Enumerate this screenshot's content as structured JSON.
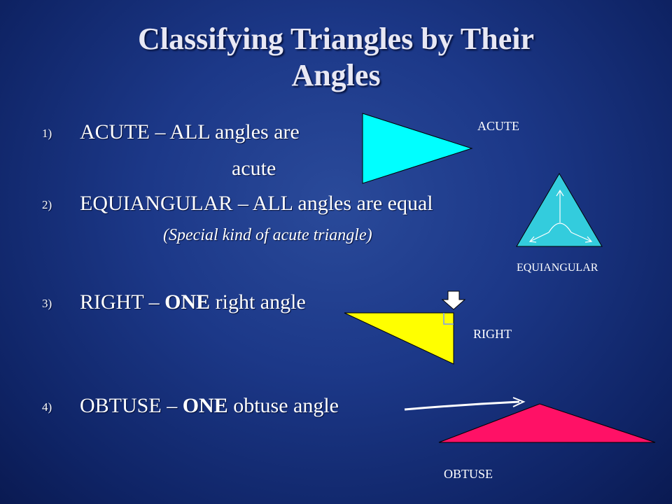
{
  "title": {
    "line1": "Classifying Triangles by Their",
    "line2": "Angles"
  },
  "items": [
    {
      "number": "1)",
      "term": "ACUTE",
      "sep": " – ",
      "bold": "",
      "rest_pre": "ALL angles are",
      "continuation": "acute"
    },
    {
      "number": "2)",
      "term": "EQUIANGULAR",
      "sep": " – ",
      "bold": "",
      "rest_pre": "ALL angles are equal",
      "note": "(Special kind of acute triangle)"
    },
    {
      "number": "3)",
      "term": "RIGHT",
      "sep": " – ",
      "bold": "ONE",
      "rest_post": " right angle"
    },
    {
      "number": "4)",
      "term": "OBTUSE",
      "sep": " – ",
      "bold": "ONE",
      "rest_post": " obtuse angle"
    }
  ],
  "figure_labels": {
    "acute": "ACUTE",
    "equiangular": "EQUIANGULAR",
    "right": "RIGHT",
    "obtuse": "OBTUSE"
  },
  "colors": {
    "acute_fill": "#00ffff",
    "equiangular_fill": "#33ccdd",
    "right_fill": "#ffff00",
    "obtuse_fill": "#ff1166"
  }
}
